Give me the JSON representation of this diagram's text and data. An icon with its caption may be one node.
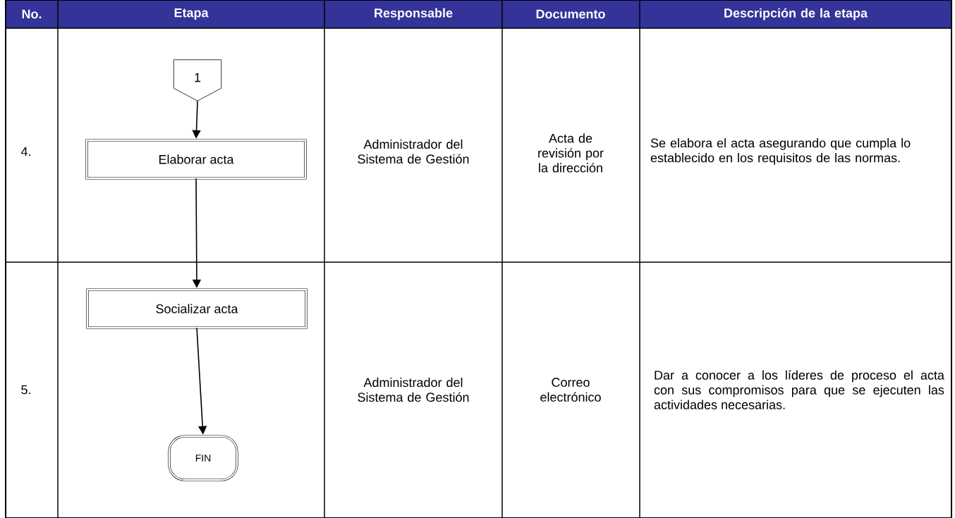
{
  "diagram": {
    "nodes": [
      {
        "text": [
          "1"
        ]
      },
      {
        "text": [
          "Elaborar acta"
        ]
      },
      {
        "text": [
          "Socializar acta"
        ]
      },
      {
        "text": [
          "FIN"
        ]
      }
    ],
    "edges": [
      {
        "from": 0,
        "to": 1,
        "arrow": "to"
      },
      {
        "from": 1,
        "to": 2,
        "arrow": "to"
      },
      {
        "from": 2,
        "to": 3,
        "arrow": "to"
      }
    ],
    "labels": [
      "No.",
      "Etapa",
      "Responsable",
      "Documento",
      "Descripción de la etapa",
      "4.",
      "Administrador del Sistema de Gestión",
      "Acta de revisión por la dirección",
      "Se elabora el acta asegurando que cumpla lo establecido en los requisitos de las normas.",
      "5.",
      "Administrador del Sistema de Gestión",
      "Correo electrónico",
      "Dar a conocer a los líderes de proceso el acta con sus compromisos para que se ejecuten las actividades necesarias."
    ]
  }
}
